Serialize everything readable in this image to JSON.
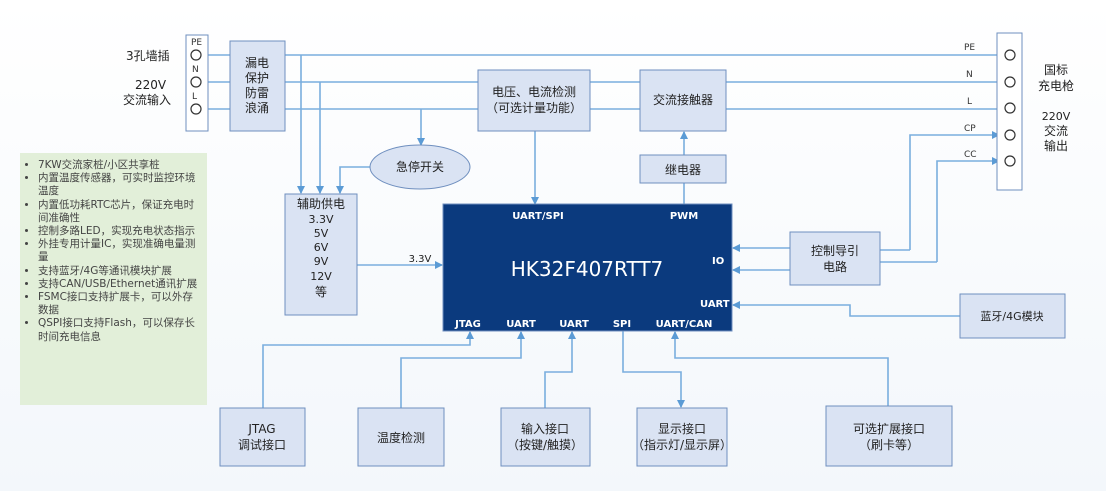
{
  "features": [
    "7KW交流家桩/小区共享桩",
    "内置温度传感器，可实时监控环境温度",
    "内置低功耗RTC芯片，保证充电时间准确性",
    "控制多路LED，实现充电状态指示",
    "外挂专用计量IC，实现准确电量测量",
    "支持蓝牙/4G等通讯模块扩展",
    "支持CAN/USB/Ethernet通讯扩展",
    "FSMC接口支持扩展卡，可以外存数据",
    "QSPI接口支持Flash，可以保存长时间充电信息"
  ],
  "input": {
    "label1": "3孔墙插",
    "label2": "220V",
    "label3": "交流输入",
    "pins": [
      "PE",
      "N",
      "L"
    ]
  },
  "protection": [
    "漏电",
    "保护",
    "防雷",
    "浪涌"
  ],
  "estop": "急停开关",
  "aux_power": {
    "title": "辅助供电",
    "voltages": [
      "3.3V",
      "5V",
      "6V",
      "9V",
      "12V",
      "等"
    ]
  },
  "aux_to_mcu": "3.3V",
  "meter": [
    "电压、电流检测",
    "（可选计量功能）"
  ],
  "contactor": "交流接触器",
  "relay": "继电器",
  "mcu": {
    "name": "HK32F407RTT7",
    "ports": {
      "top_left": "UART/SPI",
      "top_right": "PWM",
      "io": "IO",
      "uart_right": "UART",
      "jtag": "JTAG",
      "uart1": "UART",
      "uart2": "UART",
      "spi": "SPI",
      "uart_can": "UART/CAN"
    }
  },
  "pilot": [
    "控制导引",
    "电路"
  ],
  "comm": "蓝牙/4G模块",
  "output": {
    "pins": [
      "PE",
      "N",
      "L",
      "CP",
      "CC"
    ],
    "label1": "国标",
    "label2": "充电枪",
    "label3": "220V",
    "label4": "交流",
    "label5": "输出"
  },
  "bottom": {
    "jtag": [
      "JTAG",
      "调试接口"
    ],
    "temp": "温度检测",
    "input": [
      "输入接口",
      "（按键/触摸）"
    ],
    "display": [
      "显示接口",
      "（指示灯/显示屏）"
    ],
    "ext": [
      "可选扩展接口",
      "（刷卡等）"
    ]
  },
  "colors": {
    "line": "#5b9bd5",
    "box_fill": "#dae3f3",
    "box_stroke": "#6f8fbf",
    "mcu_fill": "#0b3a7e",
    "feature_bg": "#e2efd9"
  }
}
